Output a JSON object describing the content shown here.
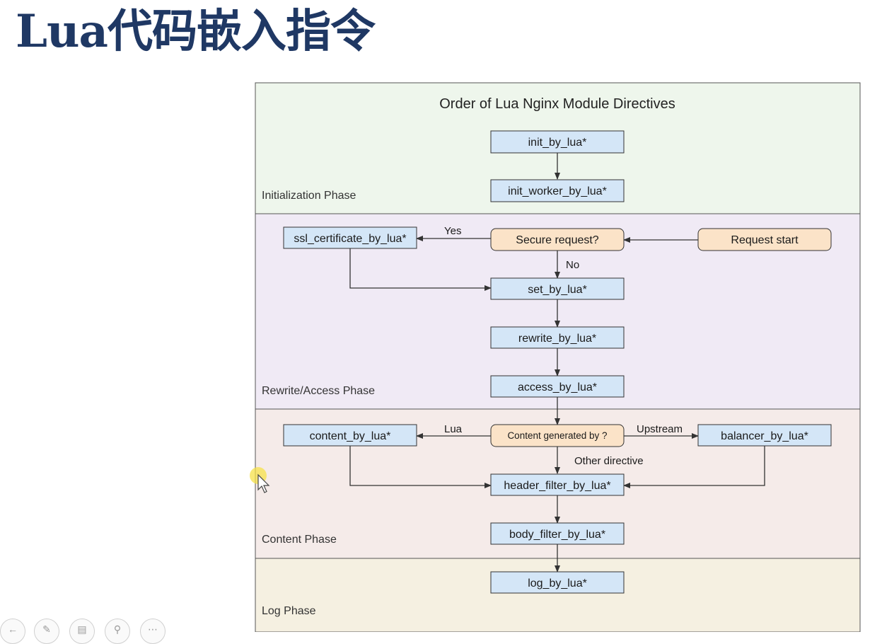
{
  "slide": {
    "title": "Lua代码嵌入指令"
  },
  "diagram": {
    "title": "Order of Lua Nginx Module Directives",
    "colors": {
      "phase_init": "#eef6ec",
      "phase_rewrite": "#f0eaf5",
      "phase_content": "#f5ebe9",
      "phase_log": "#f5f0e1",
      "directive_box": "#d4e6f7",
      "decision_box": "#fbe3c8",
      "stroke": "#333333"
    },
    "phases": {
      "init": "Initialization Phase",
      "rewrite": "Rewrite/Access Phase",
      "content": "Content Phase",
      "log": "Log Phase"
    },
    "nodes": {
      "init_by_lua": "init_by_lua*",
      "init_worker_by_lua": "init_worker_by_lua*",
      "ssl_certificate_by_lua": "ssl_certificate_by_lua*",
      "secure_request": "Secure request?",
      "request_start": "Request start",
      "set_by_lua": "set_by_lua*",
      "rewrite_by_lua": "rewrite_by_lua*",
      "access_by_lua": "access_by_lua*",
      "content_by_lua": "content_by_lua*",
      "content_generated_by": "Content generated by ?",
      "balancer_by_lua": "balancer_by_lua*",
      "header_filter_by_lua": "header_filter_by_lua*",
      "body_filter_by_lua": "body_filter_by_lua*",
      "log_by_lua": "log_by_lua*"
    },
    "edge_labels": {
      "yes": "Yes",
      "no": "No",
      "lua": "Lua",
      "upstream": "Upstream",
      "other_directive": "Other directive"
    }
  },
  "toolbar": {
    "icons": [
      "arrow-left-icon",
      "pen-icon",
      "slides-icon",
      "search-icon",
      "more-icon"
    ]
  }
}
